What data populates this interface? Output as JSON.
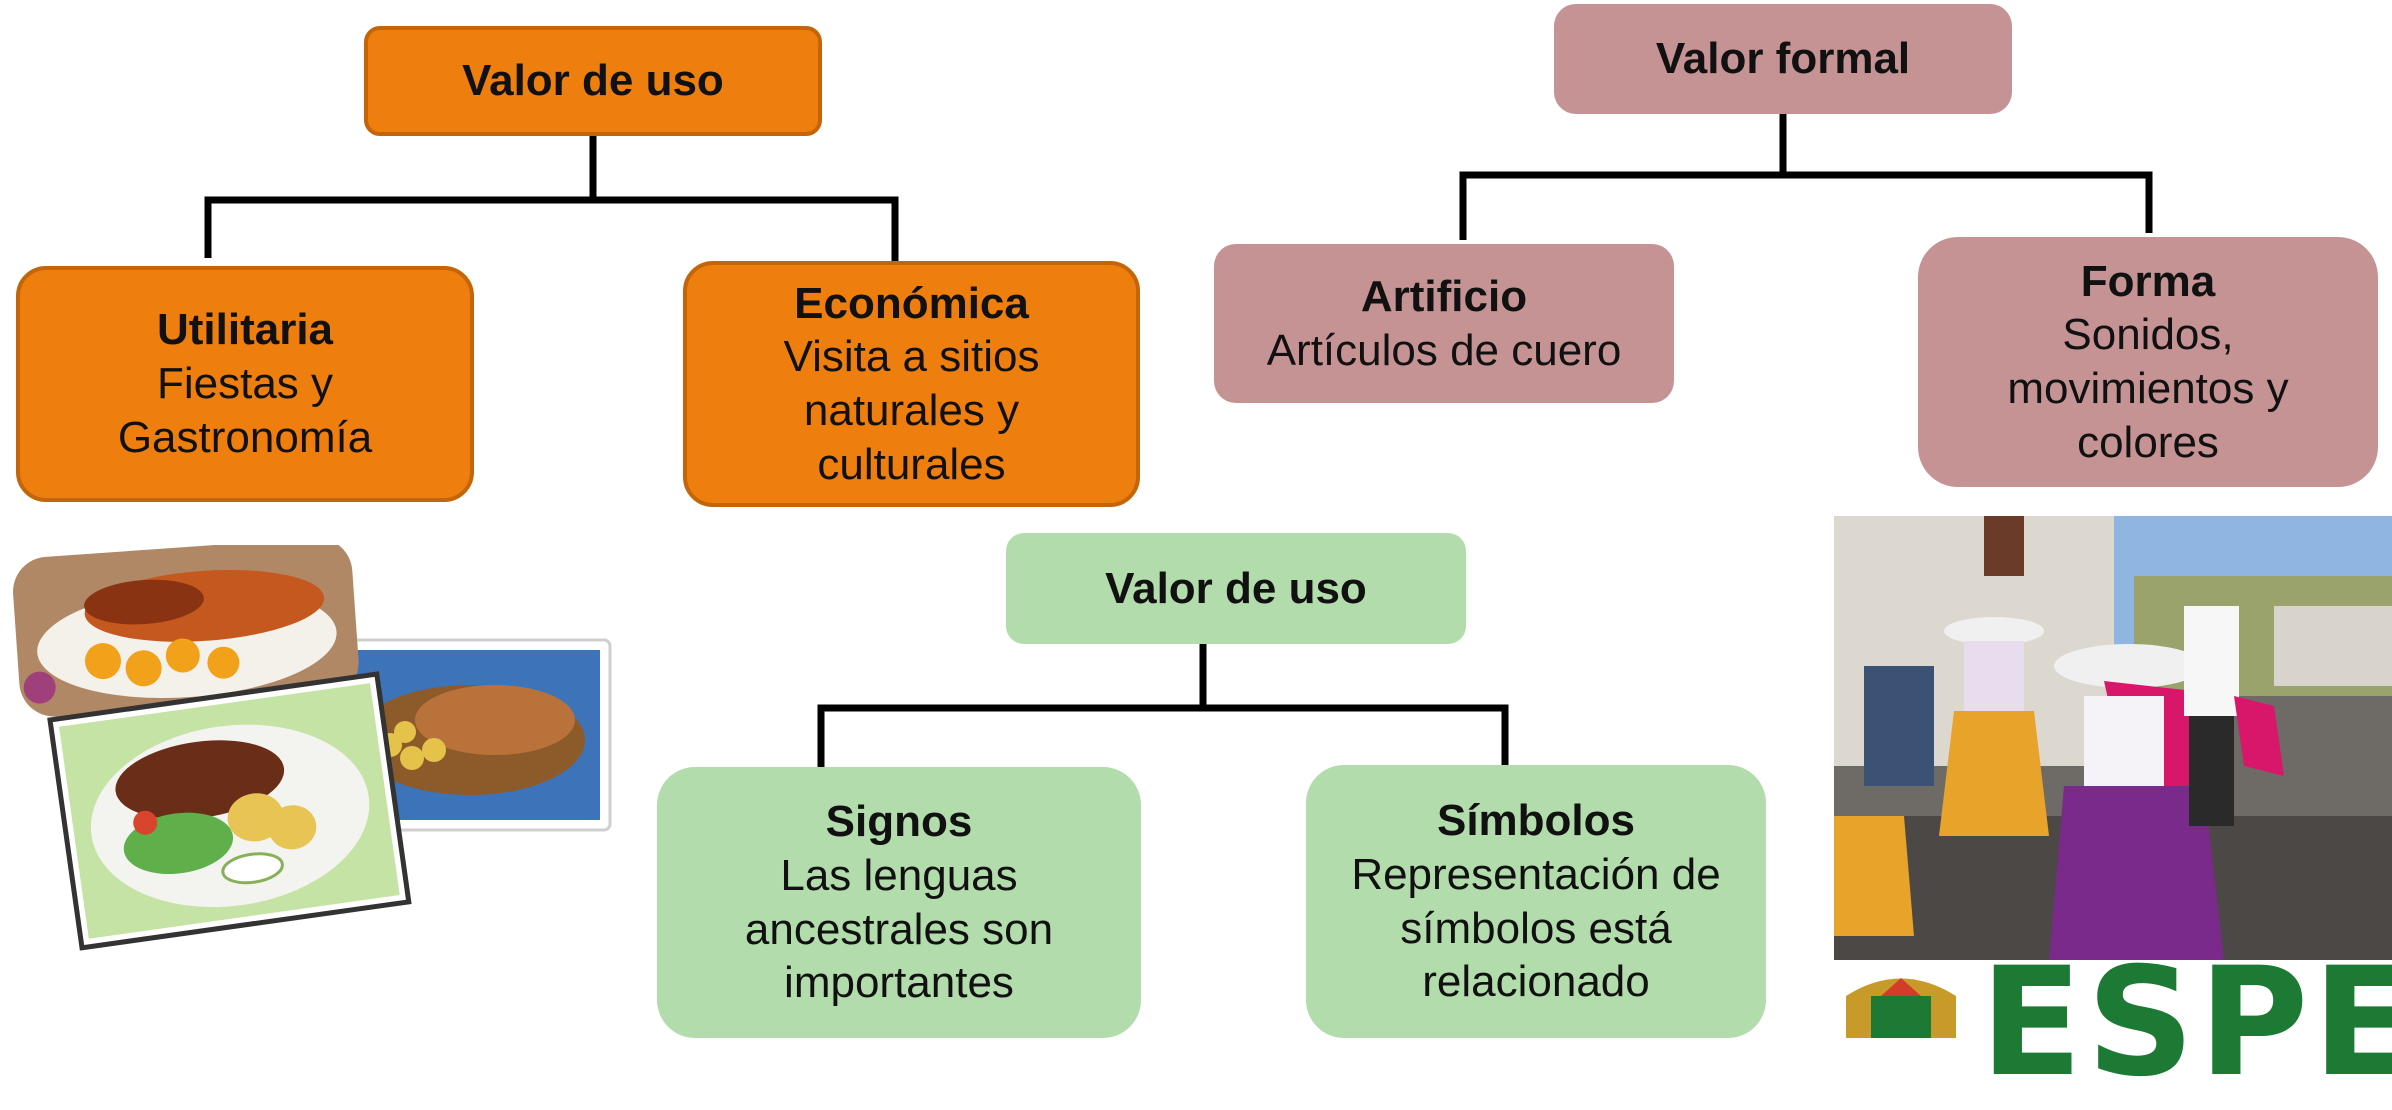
{
  "branch_top_left": {
    "root": "Valor de uso",
    "children": [
      {
        "title": "Utilitaria",
        "desc": "Fiestas y\nGastronomía"
      },
      {
        "title": "Económica",
        "desc": "Visita a sitios\nnaturales y\nculturales"
      }
    ]
  },
  "branch_top_right": {
    "root": "Valor formal",
    "children": [
      {
        "title": "Artificio",
        "desc": "Artículos de cuero"
      },
      {
        "title": "Forma",
        "desc": "Sonidos,\nmovimientos y\ncolores"
      }
    ]
  },
  "branch_bottom": {
    "root": "Valor de uso",
    "children": [
      {
        "title": "Signos",
        "desc": "Las lenguas\nancestrales son\nimportantes"
      },
      {
        "title": "Símbolos",
        "desc": "Representación de\nsímbolos está\nrelacionado"
      }
    ]
  },
  "logo": {
    "text": "ESPE"
  },
  "colors": {
    "orange": "#ee7f0f",
    "mauve": "#c69394",
    "green": "#b3dcad",
    "connector": "#000000"
  }
}
